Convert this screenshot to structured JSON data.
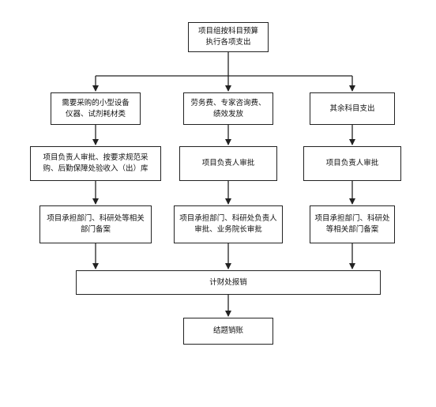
{
  "flowchart": {
    "start": "项目组按科目预算\n执行各项支出",
    "left_branch": {
      "category": "需要采购的小型设备\n仪器、试剂耗材类",
      "approval": "项目负责人审批、按要求规范采\n购、后勤保障处验收入（出）库",
      "department": "项目承担部门、科研处等相关\n部门备案"
    },
    "middle_branch": {
      "category": "劳务费、专家咨询费、\n绩效发放",
      "approval": "项目负责人审批",
      "department": "项目承担部门、科研处负责人\n审批、业务院长审批"
    },
    "right_branch": {
      "category": "其余科目支出",
      "approval": "项目负责人审批",
      "department": "项目承担部门、科研处\n等相关部门备案"
    },
    "finance": "计财处报销",
    "end": "结题销账"
  }
}
